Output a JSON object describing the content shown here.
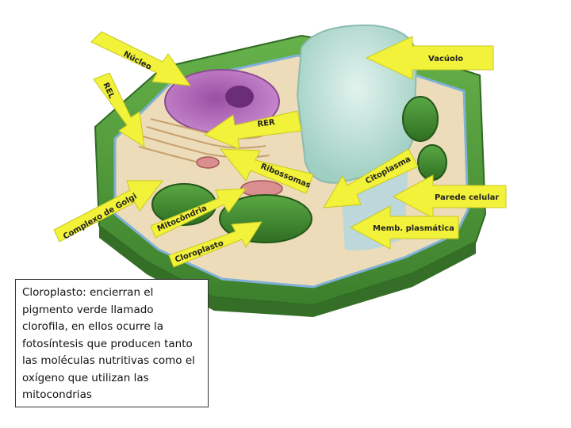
{
  "diagram": {
    "labels": {
      "nucleo": "Núcleo",
      "rel": "REL",
      "vacuolo": "Vacúolo",
      "rer": "RER",
      "ribossomas": "Ribossomas",
      "citoplasma": "Citoplasma",
      "parede_celular": "Parede celular",
      "complexo_golgi": "Complexo de Golgi",
      "mitocondria": "Mitocôndria",
      "memb_plasmatica": "Memb. plasmática",
      "cloroplasto": "Cloroplasto"
    },
    "colors": {
      "arrow_fill": "#f2f23a",
      "arrow_stroke": "#c8c820",
      "cell_wall": "#4f9a3a",
      "cell_wall_dark": "#3a7a2a",
      "cytoplasm": "#e9d9b8",
      "vacuole": "#bfe0d6",
      "nucleus": "#b06ab8",
      "chloroplast": "#3f8a30"
    }
  },
  "caption": {
    "text": "Cloroplasto: encierran el pigmento verde llamado clorofila, en ellos ocurre la fotosíntesis que producen tanto las moléculas nutritivas como el oxígeno que utilizan las mitocondrias"
  }
}
